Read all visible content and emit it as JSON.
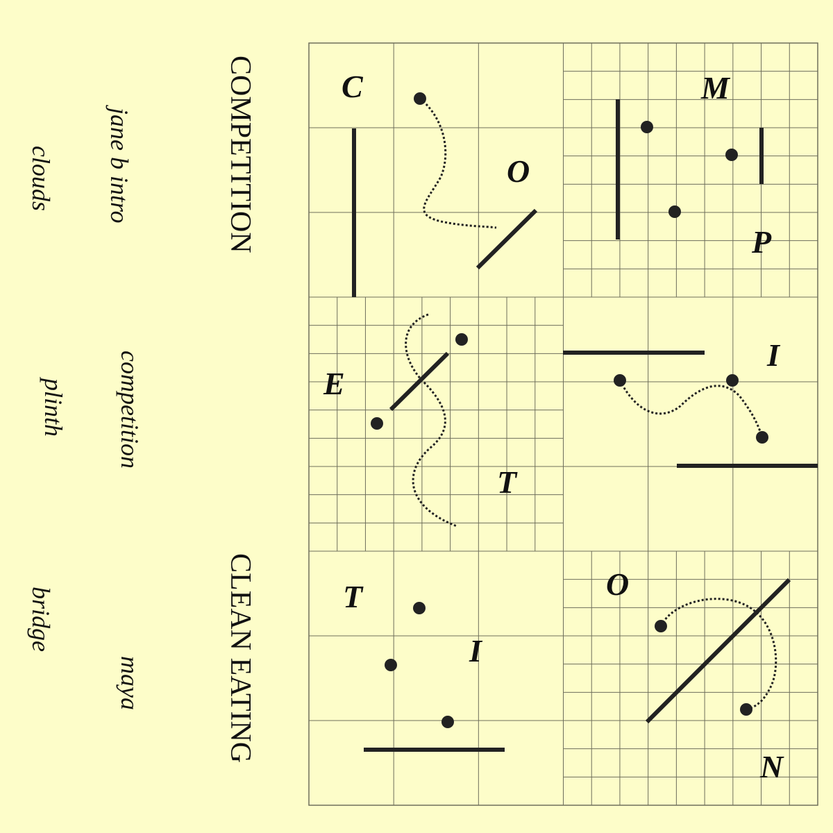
{
  "titles": {
    "side_a": "COMPETITION",
    "side_b": "CLEAN EATING"
  },
  "tracks": {
    "side_a": [
      "clouds",
      "jane b intro"
    ],
    "side_b_left": [
      "plinth",
      "bridge"
    ],
    "side_b_right": [
      "competition",
      "maya"
    ]
  },
  "letters": [
    "C",
    "O",
    "M",
    "P",
    "E",
    "T",
    "I",
    "T",
    "I",
    "O",
    "N"
  ],
  "colors": {
    "background": "#fdfdc9",
    "ink": "#222222",
    "grid": "#6e6e5c"
  }
}
